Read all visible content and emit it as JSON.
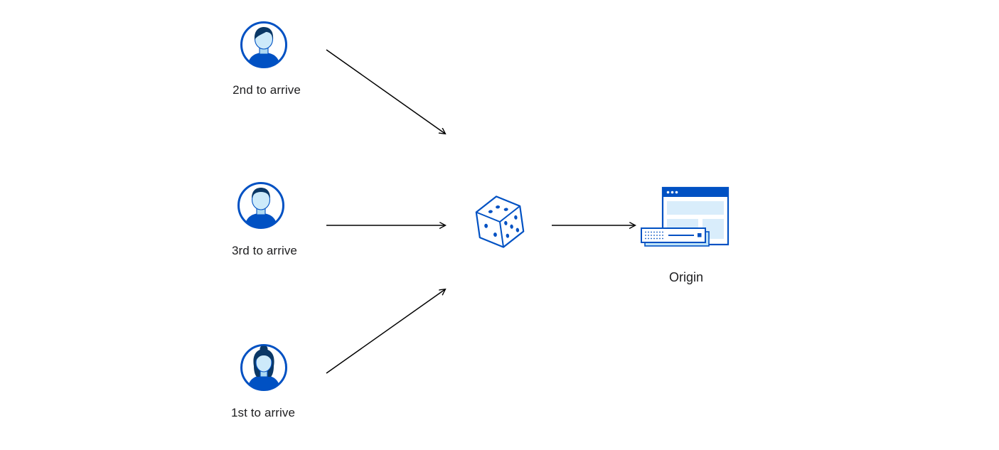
{
  "diagram": {
    "clients": [
      {
        "label": "2nd to arrive",
        "icon": "user-avatar-male-icon"
      },
      {
        "label": "3rd to arrive",
        "icon": "user-avatar-male-icon"
      },
      {
        "label": "1st to arrive",
        "icon": "user-avatar-female-icon"
      }
    ],
    "center": {
      "icon": "dice-icon"
    },
    "origin": {
      "label": "Origin",
      "icon": "origin-server-icon"
    },
    "flows": [
      "2nd to arrive -> dice",
      "3rd to arrive -> dice",
      "1st to arrive -> dice",
      "dice -> Origin"
    ]
  },
  "colors": {
    "brand_blue": "#0051c3",
    "hair_navy": "#0b3866",
    "fill_light_blue": "#d9edfb",
    "fill_face_blue": "#cdeafa",
    "server_shadow_blue": "#bfe3f7",
    "arrow_black": "#000000",
    "text": "#1d1d1f",
    "background": "#ffffff"
  }
}
